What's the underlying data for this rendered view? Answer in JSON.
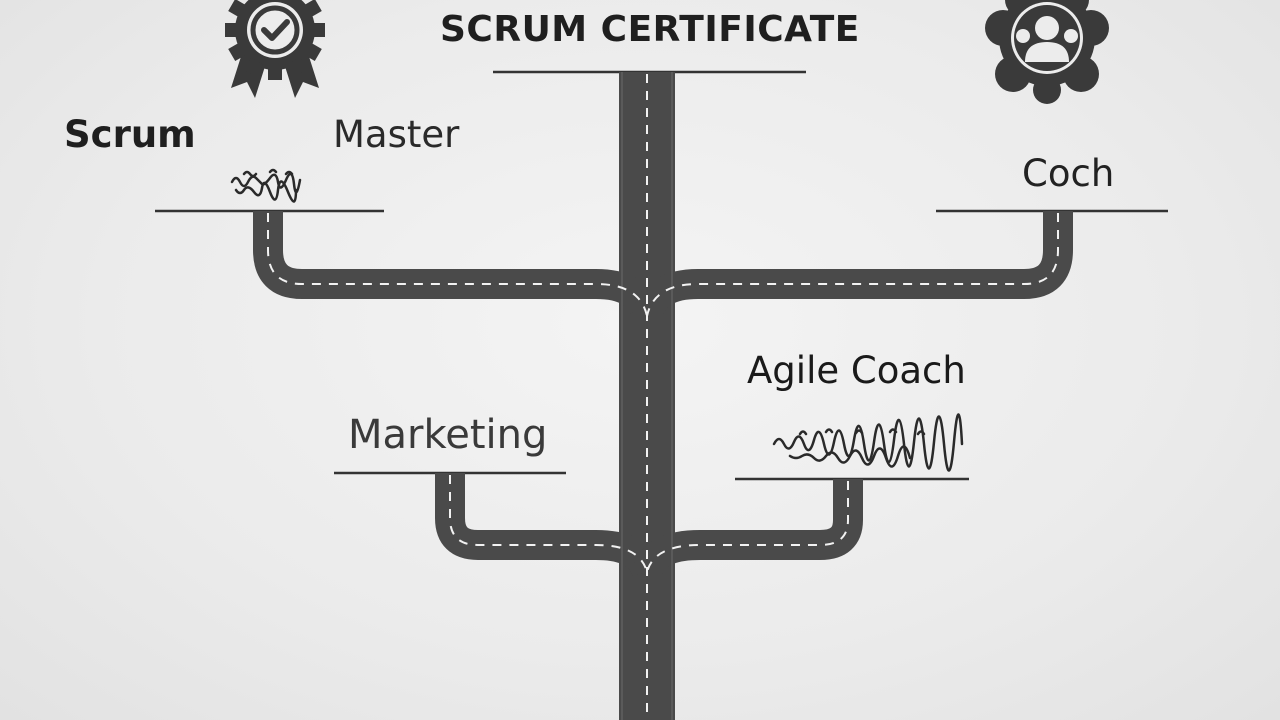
{
  "title": "SCRUM CERTIFICATE",
  "branches": {
    "scrum": "Scrum",
    "master": "Master",
    "coach_top": "Coch",
    "agile_coach": "Agile Coach",
    "marketing": "Marketing"
  },
  "icons": {
    "top_left": "certificate-badge-icon",
    "top_right": "team-gear-icon"
  },
  "colors": {
    "road": "#4a4a4a",
    "lane": "#f2f2f2",
    "line": "#333333",
    "icon": "#3a3a3a"
  }
}
